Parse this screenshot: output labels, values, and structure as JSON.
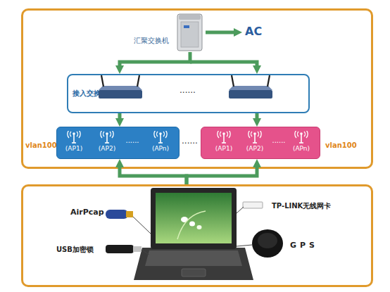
{
  "diagram": {
    "nodes": [
      {
        "text": [
          "vlan100",
          "......",
          "vlan100"
        ]
      },
      {
        "text": [
          "汇聚交换机"
        ],
        "in": 0
      },
      {
        "text": [
          "AC"
        ],
        "in": 0
      },
      {
        "text": [
          "接入交换机",
          "......"
        ],
        "in": 0
      },
      {
        "text": [
          "(AP1)",
          "(AP2)",
          "......",
          "(APn)"
        ],
        "in": 0
      },
      {
        "text": [
          "(AP1)",
          "(AP2)",
          "......",
          "(APn)"
        ],
        "in": 0
      },
      {
        "text": [
          "AirPcap",
          "USB加密锁",
          "TP-LINK无线网卡",
          "GPS"
        ]
      }
    ],
    "edges": [
      {
        "from": 1,
        "to": 2,
        "arrow": "to"
      },
      {
        "from": 1,
        "to": 3,
        "arrow": "to"
      },
      {
        "from": 3,
        "to": 4,
        "arrow": "to"
      },
      {
        "from": 3,
        "to": 5,
        "arrow": "to"
      },
      {
        "from": 6,
        "to": 4,
        "arrow": "to"
      },
      {
        "from": 6,
        "to": 5,
        "arrow": "to"
      }
    ]
  }
}
